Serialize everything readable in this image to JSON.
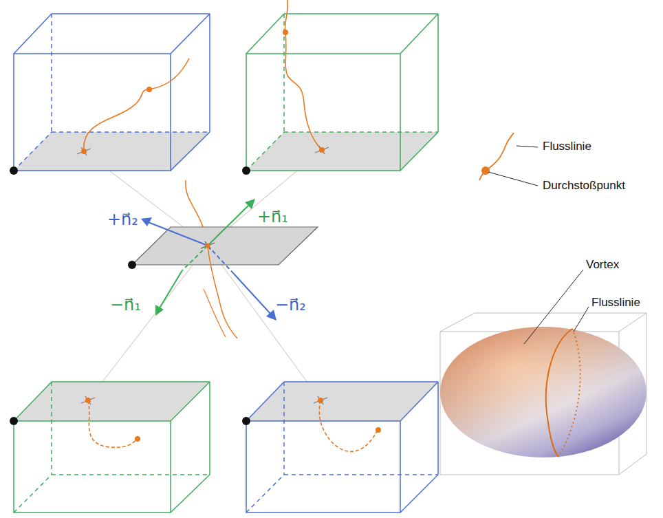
{
  "diagram": {
    "labels": [
      "Flusslinie",
      "Durchstoßpunkt",
      "+n⃗₂",
      "+n⃗₁",
      "−n⃗₁",
      "−n⃗₂",
      "Vortex",
      "Flusslinie"
    ]
  }
}
